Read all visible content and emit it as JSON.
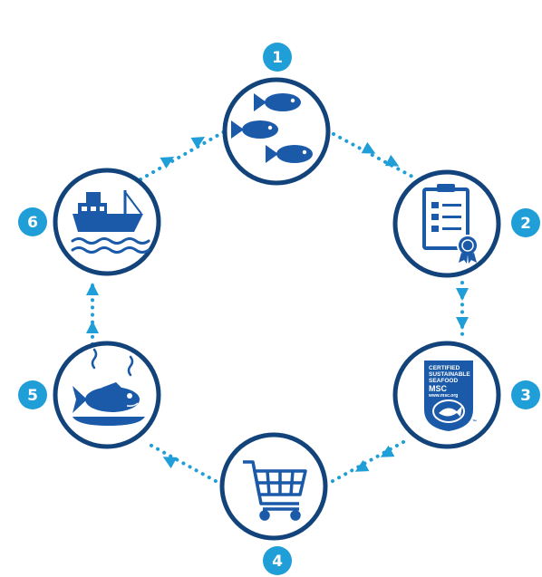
{
  "colors": {
    "ring": "#13437b",
    "icon": "#1a5aa8",
    "badge": "#1f9ed7",
    "dots": "#1f9ed7",
    "background": "#ffffff"
  },
  "steps": [
    {
      "number": "1",
      "icon": "fish-school-icon"
    },
    {
      "number": "2",
      "icon": "certificate-icon"
    },
    {
      "number": "3",
      "icon": "msc-label-icon"
    },
    {
      "number": "4",
      "icon": "shopping-cart-icon"
    },
    {
      "number": "5",
      "icon": "cooked-fish-plate-icon"
    },
    {
      "number": "6",
      "icon": "fishing-boat-icon"
    }
  ],
  "msc_label": {
    "line1": "CERTIFIED",
    "line2": "SUSTAINABLE",
    "line3": "SEAFOOD",
    "brand": "MSC",
    "url": "www.msc.org",
    "trademark": "™"
  }
}
